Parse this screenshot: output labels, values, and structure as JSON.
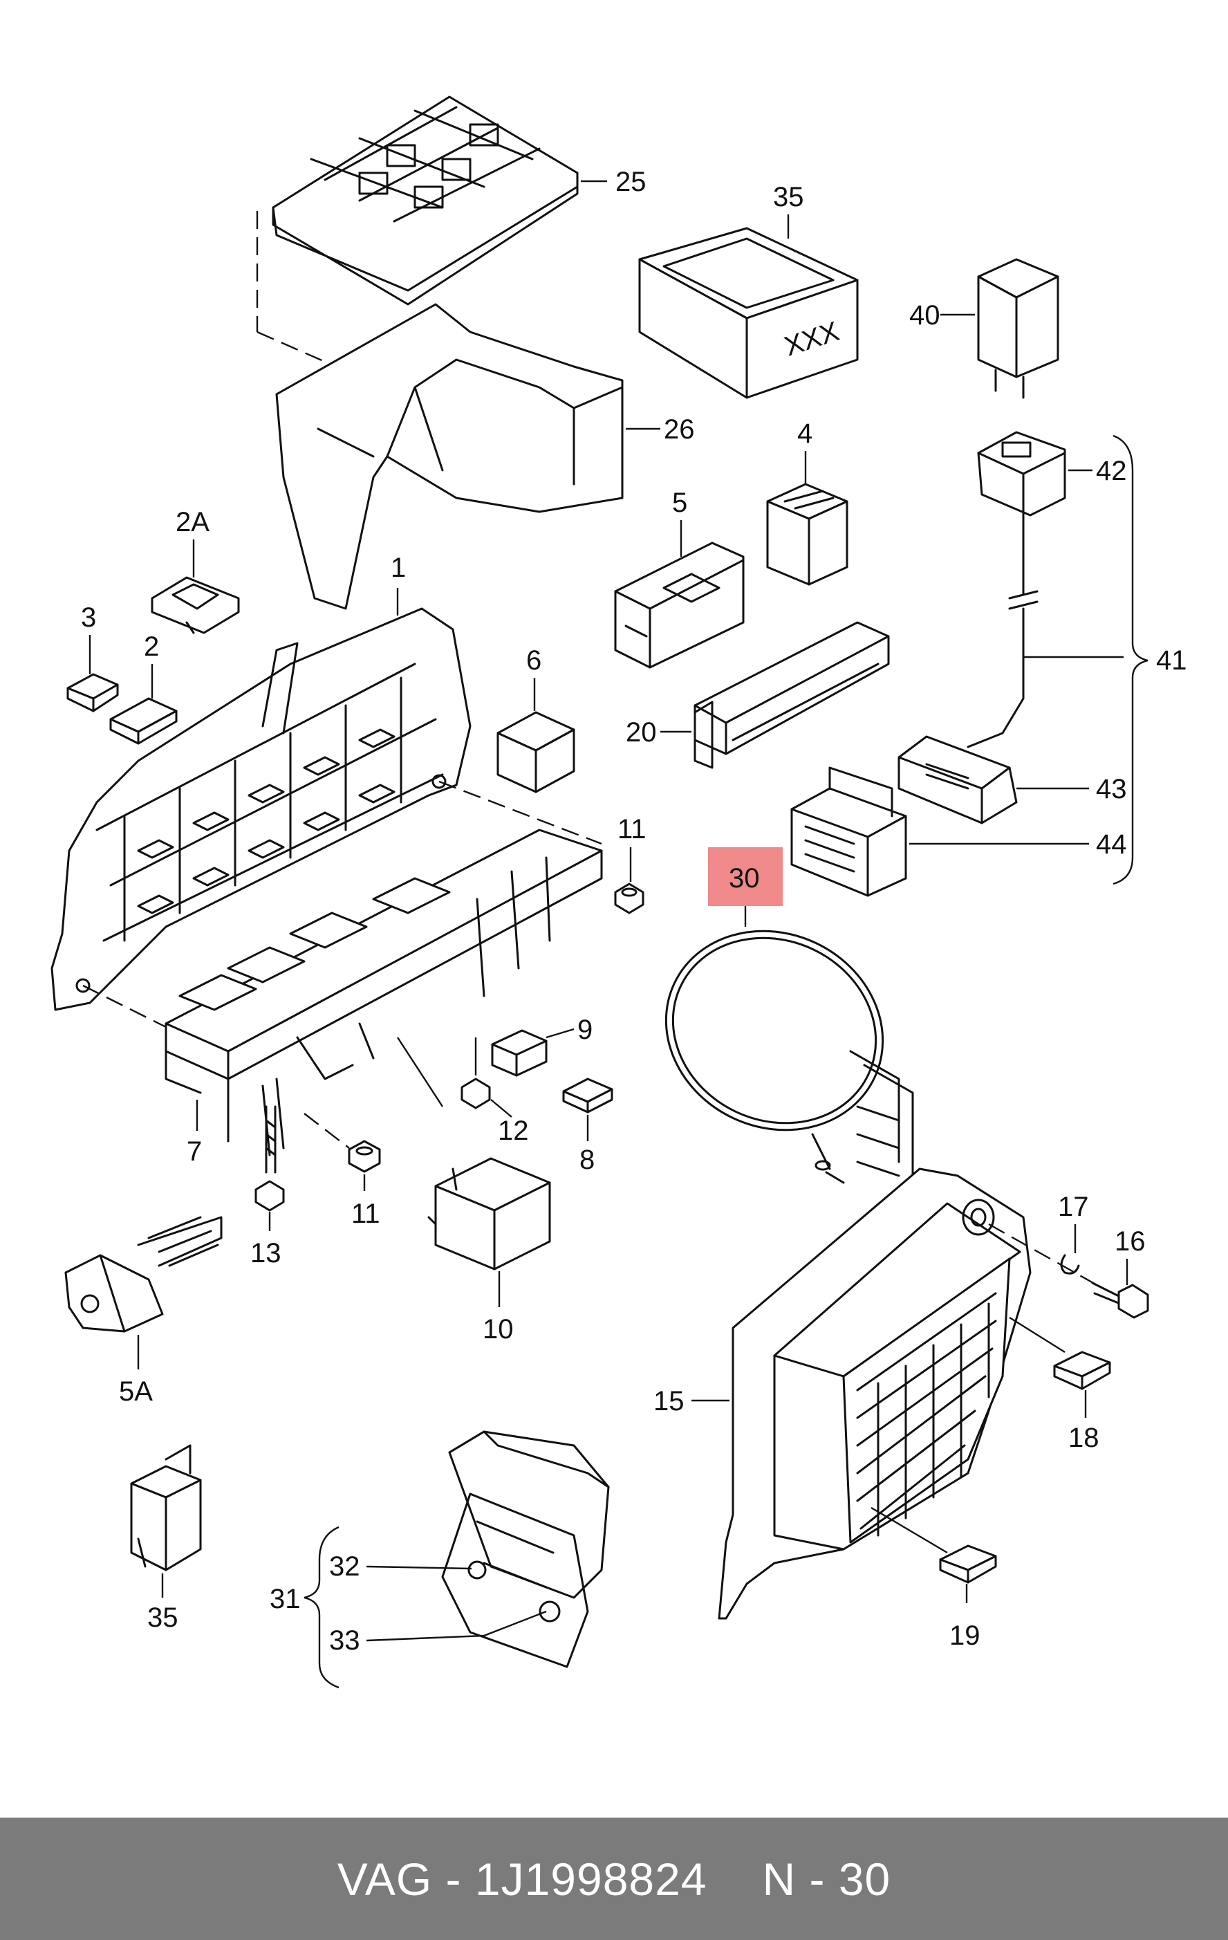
{
  "labels": {
    "l25": "25",
    "l26": "26",
    "l35a": "35",
    "l40": "40",
    "l4": "4",
    "l5": "5",
    "l42": "42",
    "l41": "41",
    "l2A": "2A",
    "l1": "1",
    "l3": "3",
    "l2": "2",
    "l6": "6",
    "l20": "20",
    "l43": "43",
    "l44": "44",
    "l11a": "11",
    "l30": "30",
    "l9": "9",
    "l12": "12",
    "l8": "8",
    "l7": "7",
    "l11b": "11",
    "l13": "13",
    "l10": "10",
    "l5A": "5A",
    "l17": "17",
    "l16": "16",
    "l18": "18",
    "l15": "15",
    "l19": "19",
    "l35b": "35",
    "l31": "31",
    "l32": "32",
    "l33": "33",
    "xxx": "XXX"
  },
  "highlight": {
    "label": "30",
    "color": "#f08a8a"
  },
  "footer": {
    "brand_part": "VAG - 1J1998824",
    "position": "N - 30"
  },
  "colors": {
    "footer_bg": "#7b7b7b",
    "line": "#111111"
  }
}
